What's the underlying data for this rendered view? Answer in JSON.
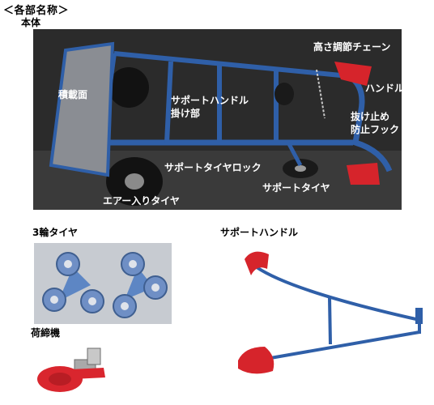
{
  "header": {
    "title": "＜各部名称＞",
    "subtitle": "本体"
  },
  "main_photo": {
    "labels": {
      "platform": "積載面",
      "support_handle_mount": "サポートハンドル\n掛け部",
      "height_chain": "高さ調節チェーン",
      "handle": "ハンドル",
      "anti_slip_hook": "抜け止め\n防止フック",
      "support_tire_lock": "サポートタイヤロック",
      "support_tire": "サポートタイヤ",
      "air_tire": "エアー入りタイヤ"
    }
  },
  "sections": {
    "three_wheel": "3輪タイヤ",
    "support_handle": "サポートハンドル",
    "ratchet": "荷締機"
  },
  "colors": {
    "frame_blue": "#2f5fa8",
    "handle_red": "#d6242b",
    "photo_bg": "#2a2a2a"
  }
}
